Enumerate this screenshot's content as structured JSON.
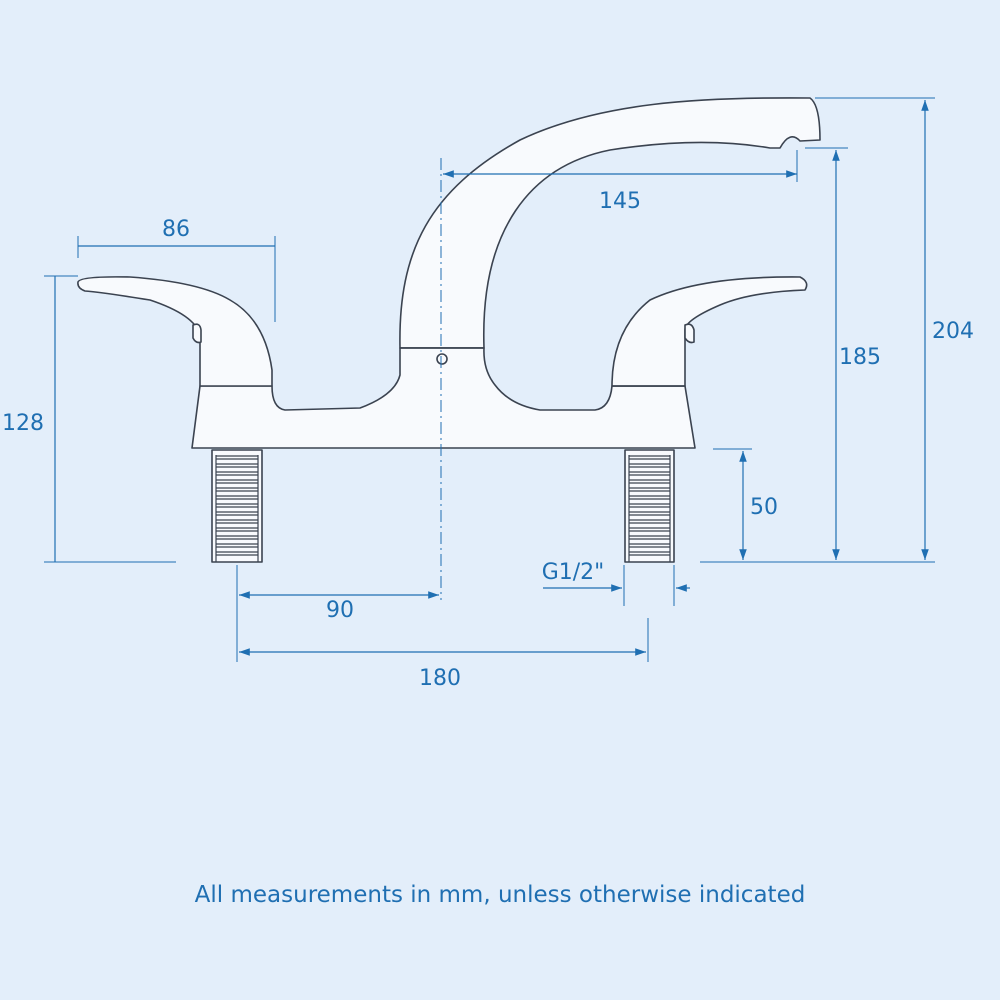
{
  "dimensions": {
    "handle_width": "86",
    "spout_reach": "145",
    "handle_height": "128",
    "spout_outlet_height": "185",
    "overall_height": "204",
    "tail_length": "50",
    "thread_size": "G1/2\"",
    "center_to_tail": "90",
    "tail_centers": "180"
  },
  "footer": "All measurements in mm, unless otherwise indicated",
  "colors": {
    "background": "#e3eefa",
    "dimension": "#1f6fb2",
    "outline": "#3b4350"
  }
}
